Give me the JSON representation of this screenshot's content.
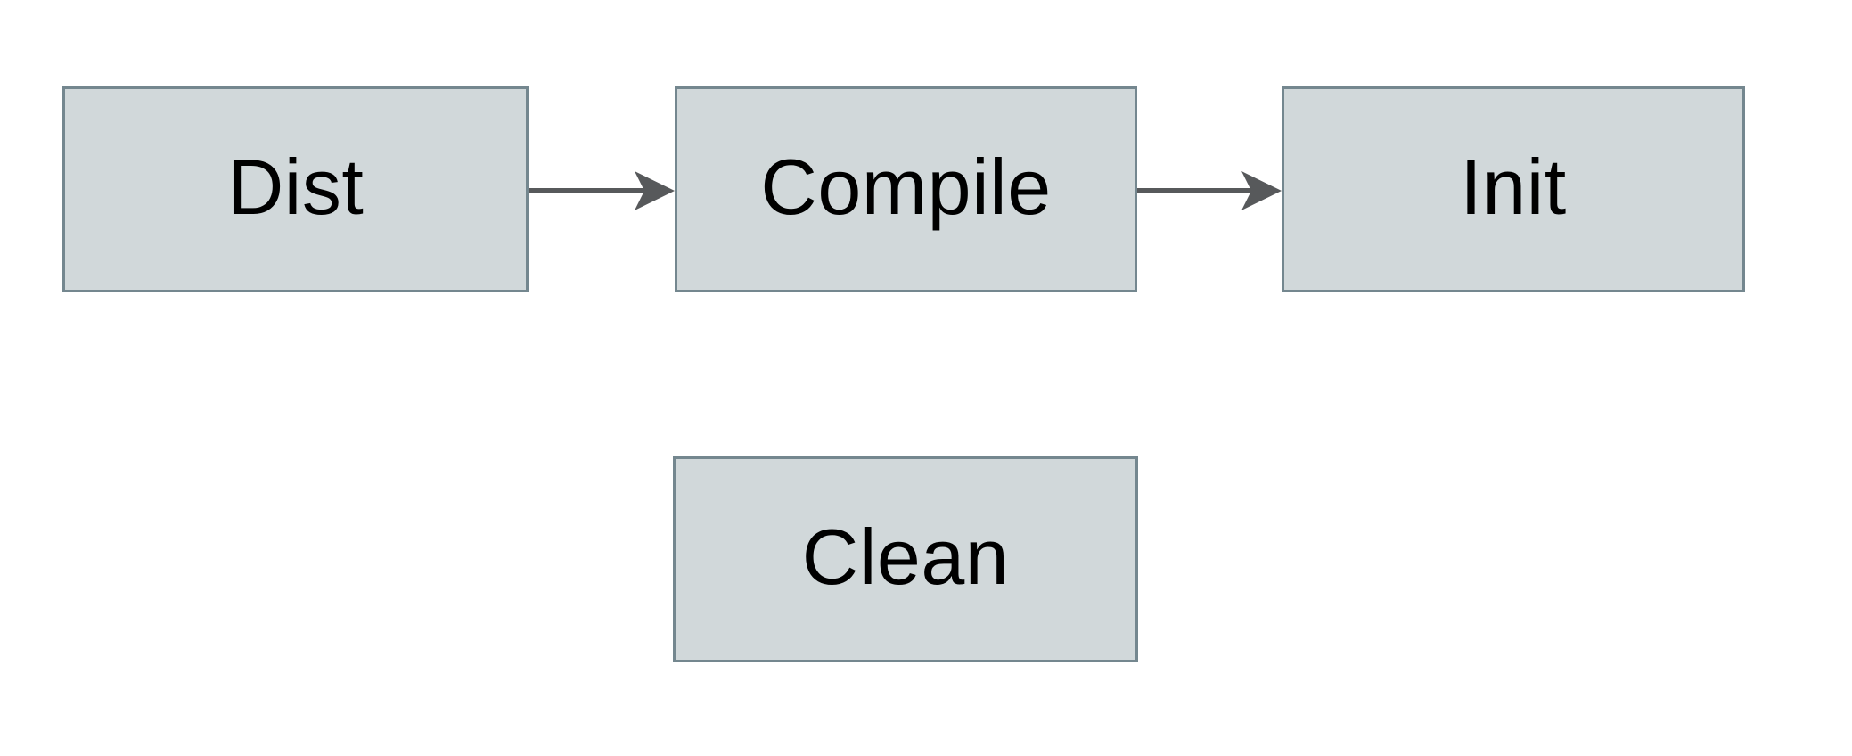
{
  "diagram": {
    "title": "build-targets-flow",
    "background_color": "#ffffff",
    "nodes": [
      {
        "id": "dist",
        "label": "Dist"
      },
      {
        "id": "compile",
        "label": "Compile"
      },
      {
        "id": "init",
        "label": "Init"
      },
      {
        "id": "clean",
        "label": "Clean"
      }
    ],
    "edges": [
      {
        "from": "Dist",
        "to": "Compile",
        "direction": "right"
      },
      {
        "from": "Compile",
        "to": "Init",
        "direction": "right"
      }
    ],
    "colors": {
      "node_fill": "#d1d8da",
      "node_border": "#74878f",
      "arrow": "#57595b",
      "text": "#000000"
    }
  }
}
